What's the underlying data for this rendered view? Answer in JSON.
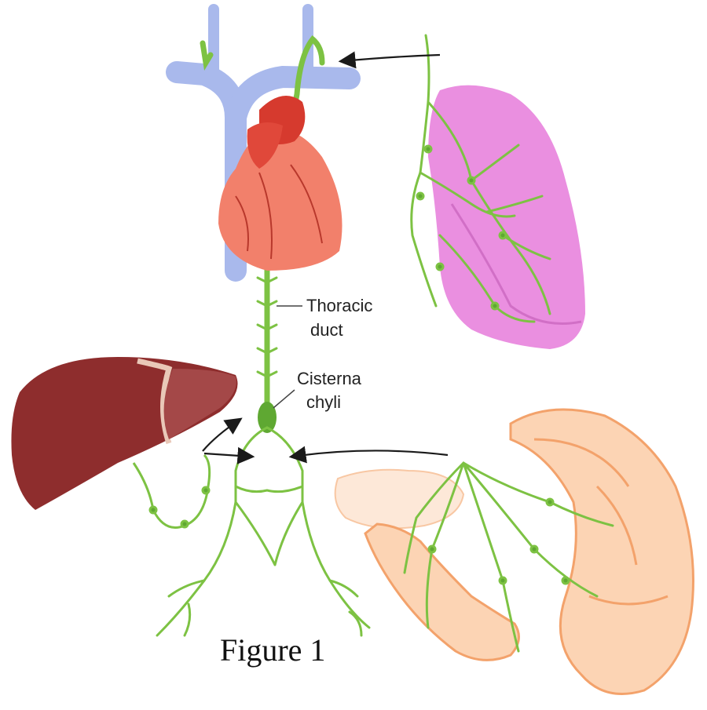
{
  "labels": {
    "thoracic_duct_line1": "Thoracic",
    "thoracic_duct_line2": "duct",
    "cisterna_chyli_line1": "Cisterna",
    "cisterna_chyli_line2": "chyli"
  },
  "caption": "Figure 1",
  "colors": {
    "lymph": "#7dc243",
    "lymph_node": "#5fa832",
    "vein": "#a9b9ec",
    "heart": "#e85a45",
    "lung": "#ea8fe0",
    "liver": "#8e2d2d",
    "intestine": "#f8b98a",
    "arrow": "#1a1a1a"
  },
  "icons": [
    "heart-icon",
    "lung-icon",
    "liver-icon",
    "intestine-icon",
    "vein-icon"
  ]
}
